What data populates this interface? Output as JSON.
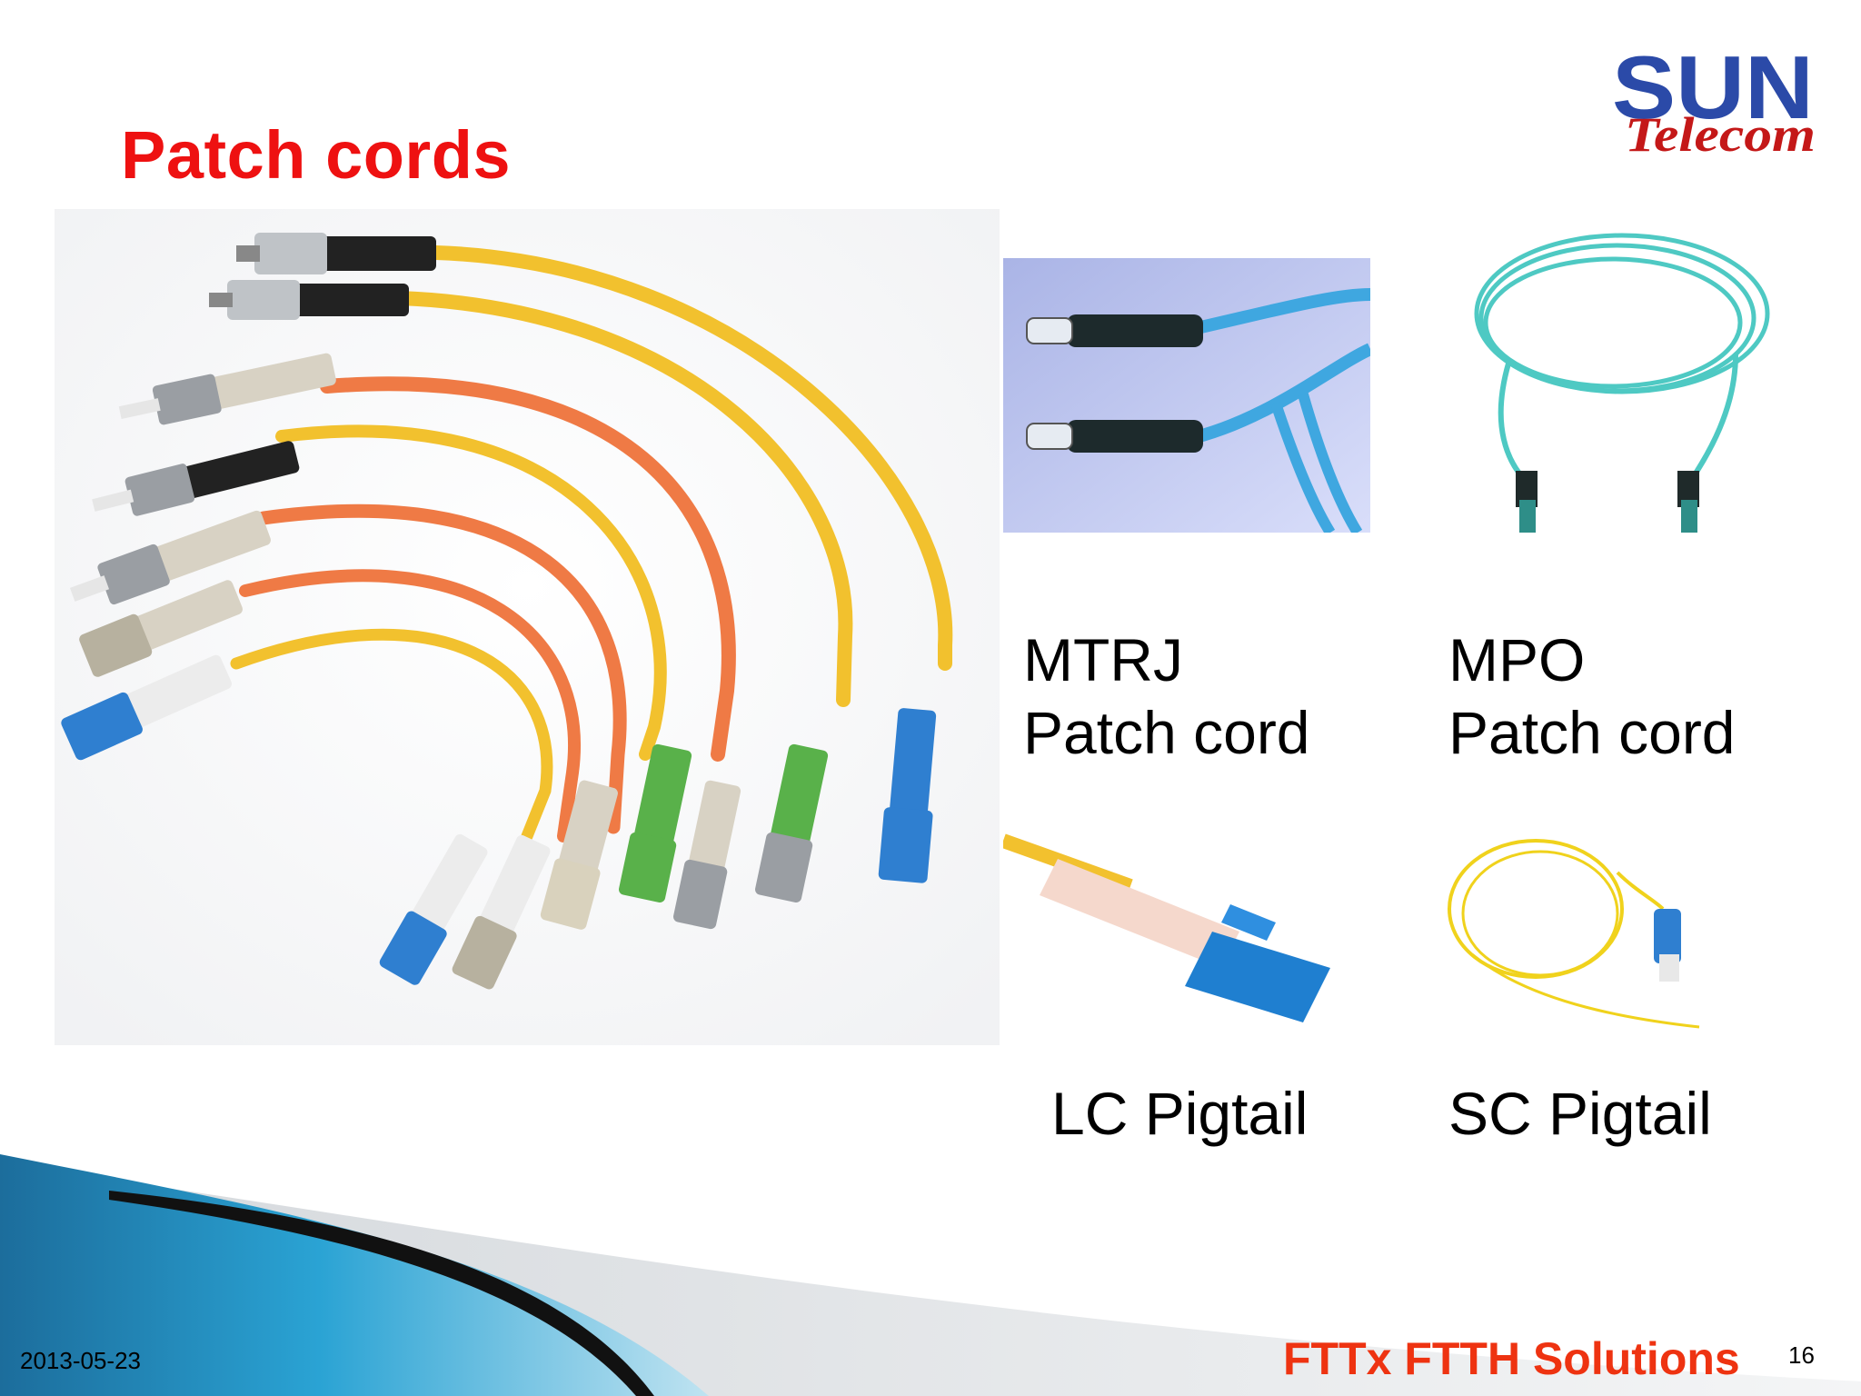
{
  "slide": {
    "title": "Patch cords",
    "logo": {
      "text": "SUN",
      "subtext": "Telecom"
    },
    "captions": {
      "mtrj": {
        "line1": "MTRJ",
        "line2": "Patch cord"
      },
      "mpo": {
        "line1": "MPO",
        "line2": "Patch cord"
      },
      "lc": {
        "line1": "LC Pigtail"
      },
      "sc": {
        "line1": "SC Pigtail"
      }
    },
    "footer": {
      "date": "2013-05-23",
      "brand": "FTTx FTTH Solutions",
      "page": "16"
    },
    "colors": {
      "title": "#ee1111",
      "brand": "#ee3311",
      "logo_blue": "#2b4aa8",
      "logo_red": "#c41818",
      "swoosh_blue": "#1f8fc0",
      "swoosh_dark": "#111111"
    }
  }
}
